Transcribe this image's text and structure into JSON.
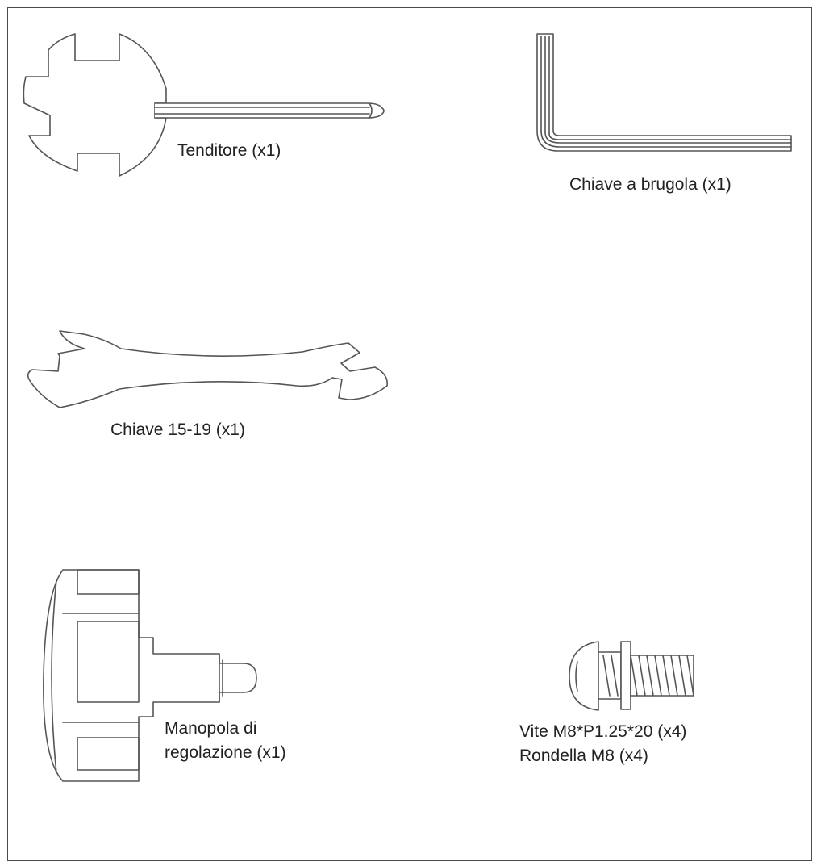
{
  "parts": {
    "tensioner": {
      "label": "Tenditore (x1)",
      "icon": "tensioner-tool-icon"
    },
    "allen_key": {
      "label": "Chiave a brugola (x1)",
      "icon": "allen-key-icon"
    },
    "wrench": {
      "label": "Chiave 15-19 (x1)",
      "icon": "open-end-wrench-icon"
    },
    "knob": {
      "label_line1": "Manopola di",
      "label_line2": "regolazione (x1)",
      "icon": "adjustment-knob-icon"
    },
    "screw": {
      "label_line1": "Vite M8*P1.25*20 (x4)",
      "label_line2": "Rondella M8 (x4)",
      "icon": "screw-washer-icon"
    }
  },
  "colors": {
    "stroke": "#555555",
    "text": "#222222",
    "border": "#4a4a4a"
  }
}
